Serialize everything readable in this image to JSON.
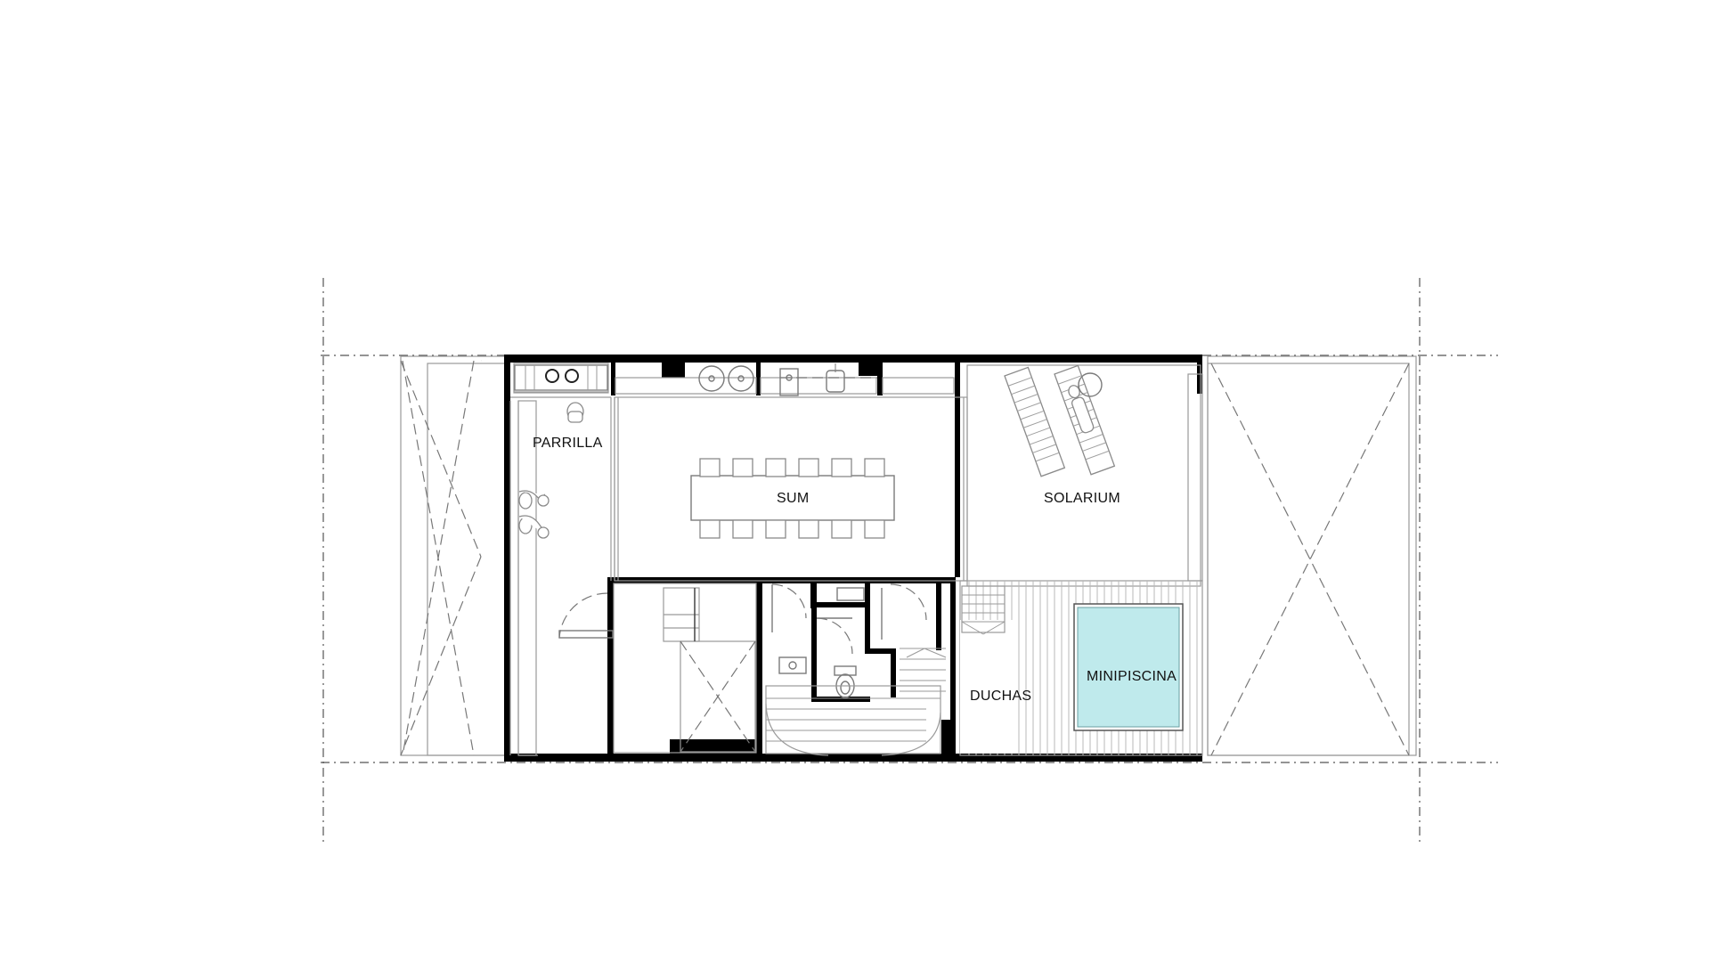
{
  "rooms": {
    "parrilla": "PARRILLA",
    "sum": "SUM",
    "solarium": "SOLARIUM",
    "duchas": "DUCHAS",
    "minipiscina": "MINIPISCINA"
  },
  "colors": {
    "wall": "#000000",
    "pool_water": "#bfeaec",
    "line": "#9a9a9a"
  },
  "icons": [
    "grill-icon",
    "dining-table-icon",
    "sun-lounger-icon",
    "pool-icon",
    "stair-icon",
    "toilet-icon",
    "sink-icon",
    "door-swing-icon",
    "person-figure-icon"
  ]
}
